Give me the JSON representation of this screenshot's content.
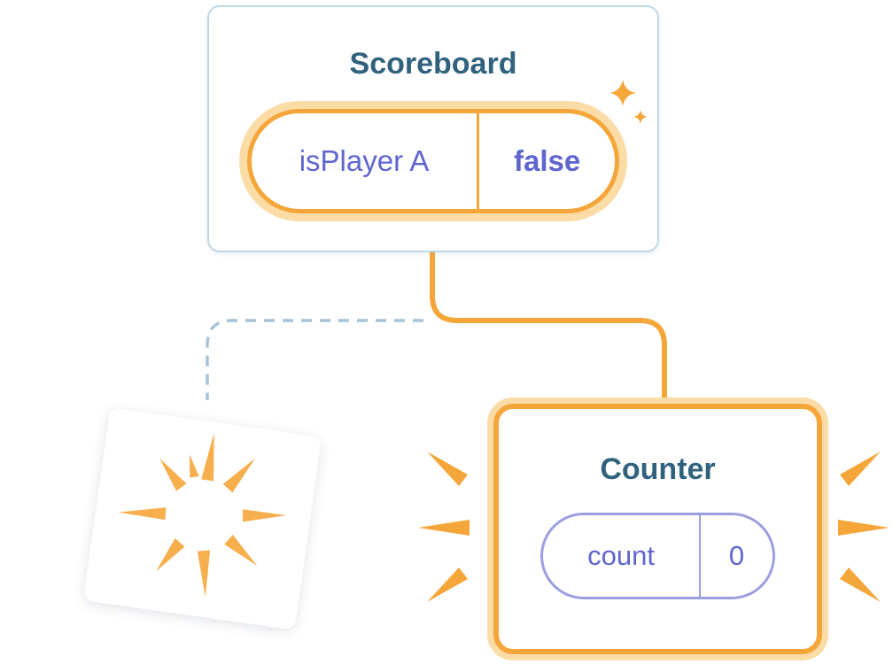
{
  "scoreboard": {
    "title": "Scoreboard",
    "state": {
      "key": "isPlayer A",
      "value": "false"
    }
  },
  "counter": {
    "title": "Counter",
    "state": {
      "key": "count",
      "value": "0"
    }
  },
  "icons": {
    "sparkle": "sparkle-icon",
    "poof": "poof-burst-icon",
    "emphasis_left": "emphasis-rays-left-icon",
    "emphasis_right": "emphasis-rays-right-icon"
  },
  "colors": {
    "orange": "#F5A63B",
    "orange-glow": "#FCDCA6",
    "ray-orange": "#F7AE4C",
    "purple": "#5F65CF",
    "purple-light": "#9B9FE0",
    "title-blue": "#30627E",
    "card-border": "#BFD8E8",
    "dash-blue": "#A6C4D8",
    "background": "#FFFFFF"
  }
}
